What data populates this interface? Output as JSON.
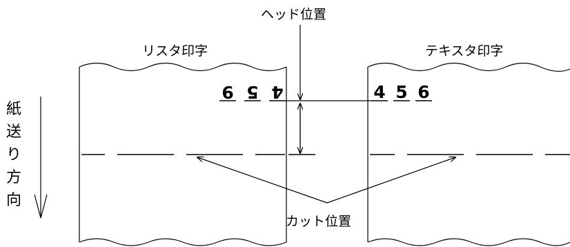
{
  "labels": {
    "head_position": "ヘッド位置",
    "reverse_print": "リスタ印字",
    "text_print": "テキスタ印字",
    "cut_position": "カット位置",
    "feed_direction": [
      "紙",
      "送",
      "り",
      "方",
      "向"
    ]
  },
  "print_sample": {
    "reverse_digits": [
      "9",
      "5",
      "4"
    ],
    "normal_digits": [
      "4",
      "5",
      "6"
    ]
  },
  "colors": {
    "line": "#000000",
    "background": "#ffffff"
  }
}
